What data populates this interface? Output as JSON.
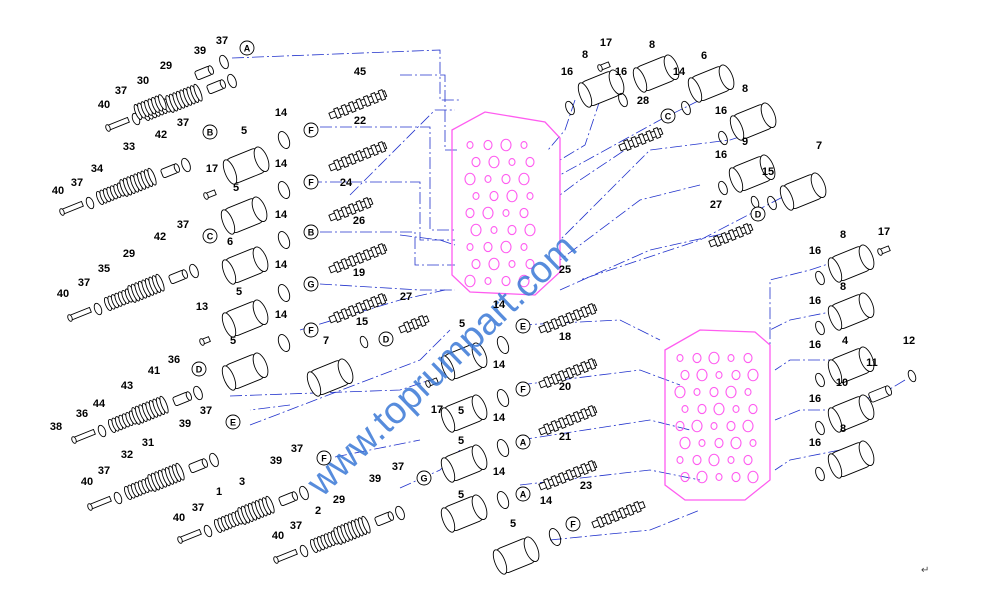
{
  "watermark": "www.toprumpart.com",
  "return_mark": "↵",
  "colors": {
    "housing": "#ff5cf0",
    "leader": "#2233cc",
    "ink": "#000000",
    "watermark": "#3a78d6"
  },
  "callouts": [
    {
      "id": "c1",
      "label": "37"
    },
    {
      "id": "c2",
      "label": "A"
    },
    {
      "id": "c3",
      "label": "39"
    },
    {
      "id": "c4",
      "label": "29"
    },
    {
      "id": "c5",
      "label": "30"
    },
    {
      "id": "c6",
      "label": "37"
    },
    {
      "id": "c7",
      "label": "40"
    },
    {
      "id": "c8",
      "label": "45"
    },
    {
      "id": "c9",
      "label": "5"
    },
    {
      "id": "c10",
      "label": "14"
    },
    {
      "id": "c11",
      "label": "F"
    },
    {
      "id": "c12",
      "label": "22"
    },
    {
      "id": "c13",
      "label": "42"
    },
    {
      "id": "c14",
      "label": "37"
    },
    {
      "id": "c15",
      "label": "B"
    },
    {
      "id": "c16",
      "label": "33"
    },
    {
      "id": "c17",
      "label": "34"
    },
    {
      "id": "c18",
      "label": "37"
    },
    {
      "id": "c19",
      "label": "40"
    },
    {
      "id": "c20",
      "label": "17"
    },
    {
      "id": "c21",
      "label": "5"
    },
    {
      "id": "c22",
      "label": "14"
    },
    {
      "id": "c23",
      "label": "F"
    },
    {
      "id": "c24",
      "label": "24"
    },
    {
      "id": "c25",
      "label": "14"
    },
    {
      "id": "c26",
      "label": "B"
    },
    {
      "id": "c27",
      "label": "26"
    },
    {
      "id": "c28",
      "label": "6"
    },
    {
      "id": "c29",
      "label": "29"
    },
    {
      "id": "c30",
      "label": "42"
    },
    {
      "id": "c31",
      "label": "37"
    },
    {
      "id": "c32",
      "label": "C"
    },
    {
      "id": "c33",
      "label": "35"
    },
    {
      "id": "c34",
      "label": "37"
    },
    {
      "id": "c35",
      "label": "40"
    },
    {
      "id": "c36",
      "label": "14"
    },
    {
      "id": "c37",
      "label": "G"
    },
    {
      "id": "c38",
      "label": "19"
    },
    {
      "id": "c39",
      "label": "5"
    },
    {
      "id": "c40",
      "label": "14"
    },
    {
      "id": "c41",
      "label": "F"
    },
    {
      "id": "c42",
      "label": "27"
    },
    {
      "id": "c43",
      "label": "13"
    },
    {
      "id": "c44",
      "label": "15"
    },
    {
      "id": "c45",
      "label": "D"
    },
    {
      "id": "c46",
      "label": "7"
    },
    {
      "id": "c47",
      "label": "5"
    },
    {
      "id": "c48",
      "label": "43"
    },
    {
      "id": "c49",
      "label": "36"
    },
    {
      "id": "c50",
      "label": "41"
    },
    {
      "id": "c51",
      "label": "D"
    },
    {
      "id": "c52",
      "label": "44"
    },
    {
      "id": "c53",
      "label": "36"
    },
    {
      "id": "c54",
      "label": "38"
    },
    {
      "id": "c55",
      "label": "31"
    },
    {
      "id": "c56",
      "label": "39"
    },
    {
      "id": "c57",
      "label": "37"
    },
    {
      "id": "c58",
      "label": "E"
    },
    {
      "id": "c59",
      "label": "32"
    },
    {
      "id": "c60",
      "label": "37"
    },
    {
      "id": "c61",
      "label": "40"
    },
    {
      "id": "c62",
      "label": "39"
    },
    {
      "id": "c63",
      "label": "37"
    },
    {
      "id": "c64",
      "label": "F"
    },
    {
      "id": "c65",
      "label": "1"
    },
    {
      "id": "c66",
      "label": "3"
    },
    {
      "id": "c67",
      "label": "37"
    },
    {
      "id": "c68",
      "label": "40"
    },
    {
      "id": "c69",
      "label": "2"
    },
    {
      "id": "c70",
      "label": "29"
    },
    {
      "id": "c71",
      "label": "39"
    },
    {
      "id": "c72",
      "label": "37"
    },
    {
      "id": "c73",
      "label": "G"
    },
    {
      "id": "c74",
      "label": "37"
    },
    {
      "id": "c75",
      "label": "40"
    },
    {
      "id": "c76",
      "label": "8"
    },
    {
      "id": "c77",
      "label": "17"
    },
    {
      "id": "c78",
      "label": "8"
    },
    {
      "id": "c79",
      "label": "16"
    },
    {
      "id": "c80",
      "label": "16"
    },
    {
      "id": "c81",
      "label": "14"
    },
    {
      "id": "c82",
      "label": "6"
    },
    {
      "id": "c83",
      "label": "28"
    },
    {
      "id": "c84",
      "label": "C"
    },
    {
      "id": "c85",
      "label": "8"
    },
    {
      "id": "c86",
      "label": "16"
    },
    {
      "id": "c87",
      "label": "9"
    },
    {
      "id": "c88",
      "label": "16"
    },
    {
      "id": "c89",
      "label": "7"
    },
    {
      "id": "c90",
      "label": "15"
    },
    {
      "id": "c91",
      "label": "27"
    },
    {
      "id": "c92",
      "label": "D"
    },
    {
      "id": "c93",
      "label": "16"
    },
    {
      "id": "c94",
      "label": "8"
    },
    {
      "id": "c95",
      "label": "17"
    },
    {
      "id": "c96",
      "label": "16"
    },
    {
      "id": "c97",
      "label": "8"
    },
    {
      "id": "c98",
      "label": "25"
    },
    {
      "id": "c99",
      "label": "14"
    },
    {
      "id": "c100",
      "label": "E"
    },
    {
      "id": "c101",
      "label": "5"
    },
    {
      "id": "c102",
      "label": "16"
    },
    {
      "id": "c103",
      "label": "4"
    },
    {
      "id": "c104",
      "label": "12"
    },
    {
      "id": "c105",
      "label": "11"
    },
    {
      "id": "c106",
      "label": "18"
    },
    {
      "id": "c107",
      "label": "14"
    },
    {
      "id": "c108",
      "label": "F"
    },
    {
      "id": "c109",
      "label": "10"
    },
    {
      "id": "c110",
      "label": "17"
    },
    {
      "id": "c111",
      "label": "16"
    },
    {
      "id": "c112",
      "label": "20"
    },
    {
      "id": "c113",
      "label": "14"
    },
    {
      "id": "c114",
      "label": "A"
    },
    {
      "id": "c115",
      "label": "8"
    },
    {
      "id": "c116",
      "label": "16"
    },
    {
      "id": "c117",
      "label": "5"
    },
    {
      "id": "c118",
      "label": "21"
    },
    {
      "id": "c119",
      "label": "14"
    },
    {
      "id": "c120",
      "label": "A"
    },
    {
      "id": "c121",
      "label": "5"
    },
    {
      "id": "c122",
      "label": "23"
    },
    {
      "id": "c123",
      "label": "5"
    },
    {
      "id": "c124",
      "label": "14"
    },
    {
      "id": "c125",
      "label": "F"
    },
    {
      "id": "c126",
      "label": "5"
    }
  ]
}
